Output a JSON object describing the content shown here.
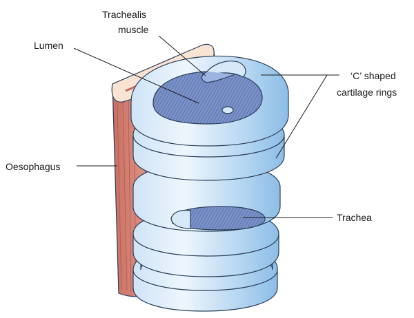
{
  "labels": {
    "trachealis_line1": "Trachealis",
    "trachealis_line2": "muscle",
    "lumen": "Lumen",
    "c_rings_line1": "‘C’ shaped",
    "c_rings_line2": "cartilage rings",
    "oesophagus": "Oesophagus",
    "trachea": "Trachea"
  },
  "colors": {
    "cartilage_light": "#e3f0fb",
    "cartilage_mid": "#b7d8f2",
    "cartilage_dark": "#8fbfe6",
    "inner_wall": "#6f88c2",
    "inner_wall_dark": "#4f66a6",
    "oesophagus_skin": "#f7d9c4",
    "oesophagus_muscle": "#d98a7a",
    "oesophagus_dark": "#b85e52",
    "line": "#1a1a1a"
  }
}
